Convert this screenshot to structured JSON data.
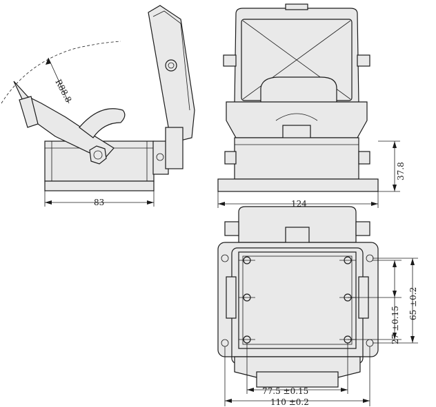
{
  "dimensions": {
    "radius": "R88.8",
    "side_width": "83",
    "front_width": "124",
    "front_height": "37.8",
    "inner_width": "77.5  ±0.15",
    "outer_width": "110  ±0.2",
    "hole_spacing": "27  ±0.15",
    "outer_height": "65  ±0.2"
  }
}
